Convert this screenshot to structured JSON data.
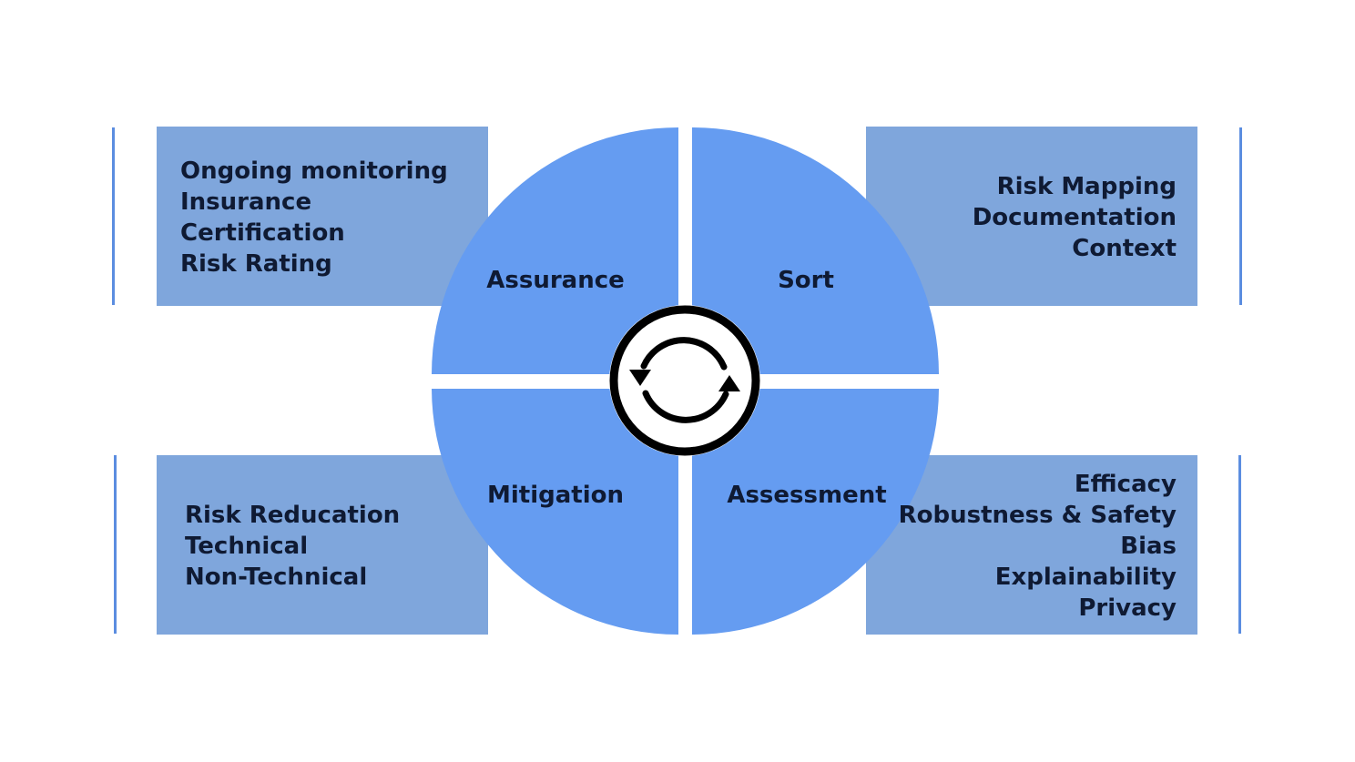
{
  "colors": {
    "box_fill": "#7fa6dc",
    "quadrant_fill": "#659cf1",
    "side_line": "#5b8de0",
    "text": "#0f1a33",
    "cycle_icon": "#000000"
  },
  "boxes": {
    "top_left": [
      "Ongoing monitoring",
      "Insurance",
      "Certification",
      "Risk Rating"
    ],
    "top_right": [
      "Risk Mapping",
      "Documentation",
      "Context"
    ],
    "bottom_left": [
      "Risk Reducation",
      "Technical",
      "Non-Technical"
    ],
    "bottom_right": [
      "Efficacy",
      "Robustness & Safety",
      "Bias",
      "Explainability",
      "Privacy"
    ]
  },
  "quadrants": {
    "top_left": "Assurance",
    "top_right": "Sort",
    "bottom_left": "Mitigation",
    "bottom_right": "Assessment"
  },
  "center_icon": "cycle-refresh-icon"
}
